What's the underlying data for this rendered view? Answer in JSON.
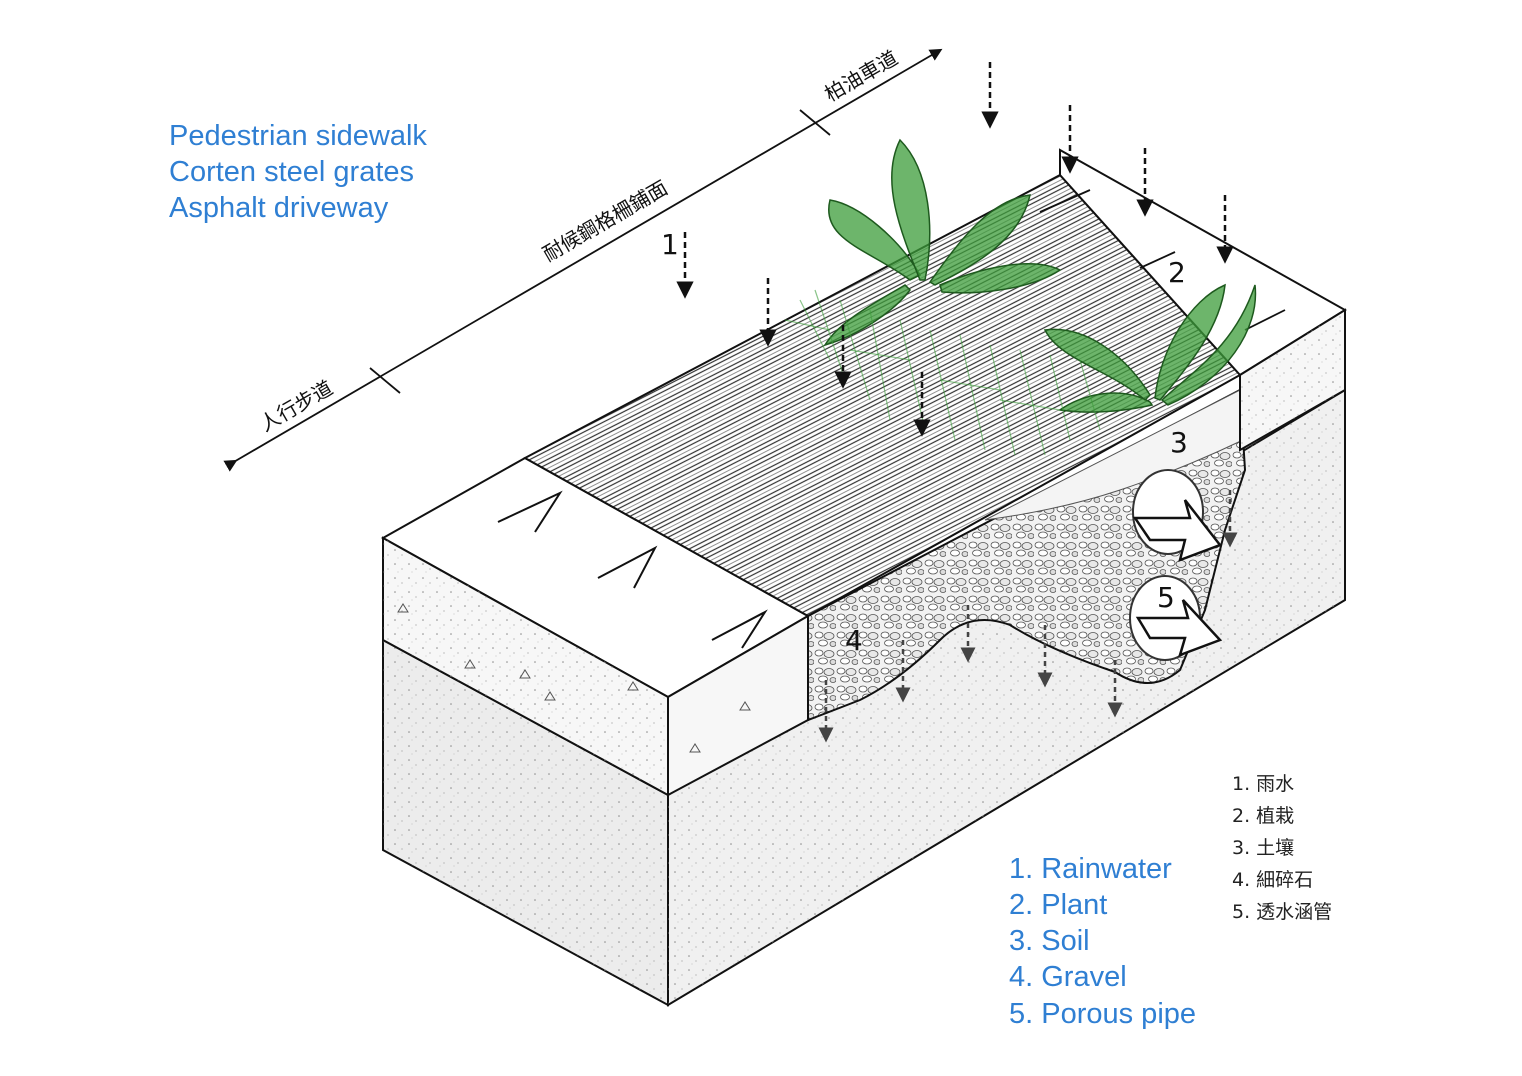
{
  "title_labels": {
    "sidewalk": "Pedestrian sidewalk",
    "grates": "Corten steel grates",
    "driveway": "Asphalt driveway"
  },
  "dimension_labels": {
    "sidewalk_zh": "人行步道",
    "grates_zh": "耐候鋼格柵鋪面",
    "driveway_zh": "柏油車道"
  },
  "callouts": [
    "1",
    "2",
    "3",
    "4",
    "5"
  ],
  "legend_en": [
    "1. Rainwater",
    "2. Plant",
    "3. Soil",
    "4. Gravel",
    "5. Porous pipe"
  ],
  "legend_zh": [
    "1. 雨水",
    "2. 植栽",
    "3. 土壤",
    "4. 細碎石",
    "5. 透水涵管"
  ],
  "colors": {
    "label_blue": "#2f7fd3",
    "plant_green": "#3c9c3a",
    "line": "#111111"
  }
}
